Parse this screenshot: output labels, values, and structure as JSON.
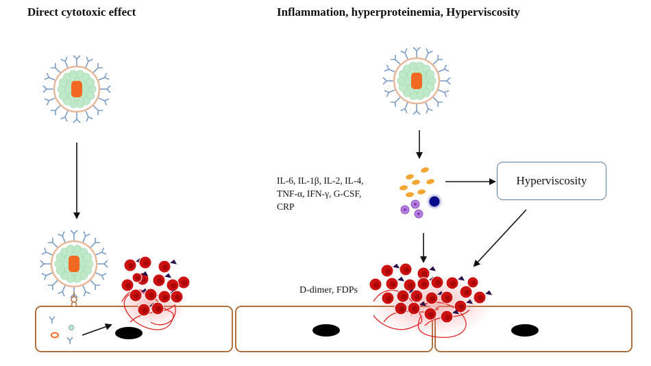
{
  "headings": {
    "left": "Direct cytotoxic effect",
    "right": "Inflammation, hyperproteinemia, Hyperviscosity"
  },
  "cytokines": {
    "line1": "IL-6, IL-1β, IL-2, IL-4,",
    "line2": "TNF-α, IFN-γ, G-CSF,",
    "line3": "CRP"
  },
  "box_label": "Hyperviscosity",
  "clot_label": "D-dimer, FDPs",
  "colors": {
    "spike": "#7a9cc6",
    "envelope": "#e8b89a",
    "nucleocapsid": "#bfe9c8",
    "core": "#f26a21",
    "rbc": "#cc1111",
    "fibrin": "#dd2222",
    "cell_border": "#b0703b",
    "cytokine": "#f2a531",
    "lymphocyte": "#0a0a8c",
    "granulocyte": "#b57ee0",
    "box_border": "#5b7fa3"
  }
}
